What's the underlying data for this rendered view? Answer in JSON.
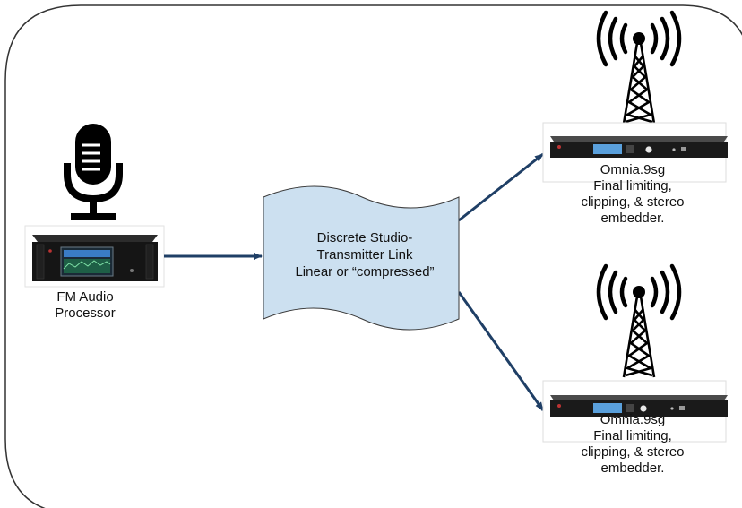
{
  "nodes": {
    "processor": {
      "lines": [
        "FM Audio",
        "Processor"
      ]
    },
    "stl": {
      "lines": [
        "Discrete Studio-",
        "Transmitter Link",
        "Linear or “compressed”"
      ]
    },
    "omnia_top": {
      "lines": [
        "Omnia.9sg",
        "Final limiting,",
        "clipping, & stereo",
        "embedder."
      ]
    },
    "omnia_bottom": {
      "lines": [
        "Omnia.9sg",
        "Final limiting,",
        "clipping, & stereo",
        "embedder."
      ]
    }
  },
  "icons": {
    "microphone": "microphone-icon",
    "tower": "radio-tower-icon",
    "rack": "rack-unit-icon"
  },
  "edges": [
    {
      "from": "processor",
      "to": "stl"
    },
    {
      "from": "stl",
      "to": "omnia_top"
    },
    {
      "from": "stl",
      "to": "omnia_bottom"
    }
  ],
  "colors": {
    "arrow": "#1f3f66",
    "stl_fill": "#cce0f0",
    "stl_stroke": "#3a3a3a",
    "frame": "#333333",
    "display": "#5aa0dc"
  }
}
